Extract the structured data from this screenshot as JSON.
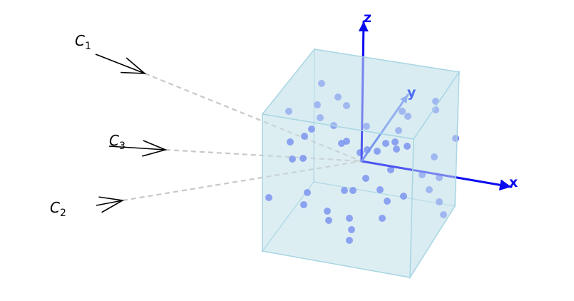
{
  "colors": {
    "cube_fill": "#cfe8ef",
    "cube_edge": "#a8d6e3",
    "axis_x": "#0a0af0",
    "axis_z": "#0a0af0",
    "axis_y": "#4a6cf0",
    "point": "#5a70f2",
    "ray": "#c8c8c8",
    "camera": "#000000"
  },
  "axes": {
    "x": {
      "label": "x"
    },
    "y": {
      "label": "y"
    },
    "z": {
      "label": "z"
    }
  },
  "cameras": [
    {
      "id": "c1",
      "letter": "C",
      "sub": "1"
    },
    {
      "id": "c3",
      "letter": "C",
      "sub": "3"
    },
    {
      "id": "c2",
      "letter": "C",
      "sub": "2"
    }
  ],
  "point_icon": "circle-marker",
  "camera_icon": "open-arrowhead-icon"
}
